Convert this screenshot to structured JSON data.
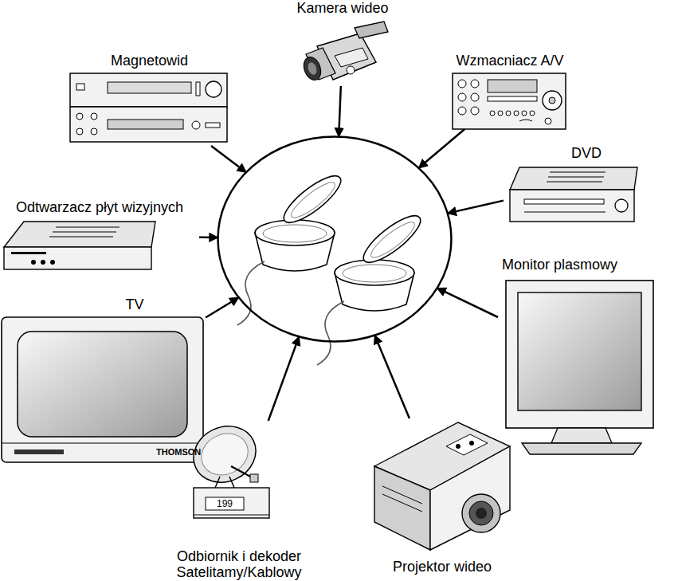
{
  "diagram": {
    "nodes": [
      {
        "text": [
          "Kamera wideo"
        ]
      },
      {
        "text": [
          "Magnetowid"
        ]
      },
      {
        "text": [
          "Wzmacniacz A/V"
        ]
      },
      {
        "text": [
          "DVD"
        ]
      },
      {
        "text": [
          "Odtwarzacz płyt wizyjnych"
        ]
      },
      {
        "text": []
      },
      {
        "text": [
          "TV"
        ]
      },
      {
        "text": [
          "Monitor plasmowy"
        ]
      },
      {
        "text": [
          "Odbiornik i dekoder Satelitamy/Kablowy"
        ]
      },
      {
        "text": [
          "Projektor wideo"
        ]
      }
    ],
    "edges": [
      {
        "from": 0,
        "to": 5,
        "arrow": "to"
      },
      {
        "from": 1,
        "to": 5,
        "arrow": "to"
      },
      {
        "from": 2,
        "to": 5,
        "arrow": "to"
      },
      {
        "from": 3,
        "to": 5,
        "arrow": "to"
      },
      {
        "from": 4,
        "to": 5,
        "arrow": "to"
      },
      {
        "from": 6,
        "to": 5,
        "arrow": "to"
      },
      {
        "from": 7,
        "to": 5,
        "arrow": "to"
      },
      {
        "from": 8,
        "to": 5,
        "arrow": "to"
      },
      {
        "from": 9,
        "to": 5,
        "arrow": "to"
      }
    ],
    "labels": [
      "THOMSON",
      "199"
    ]
  }
}
